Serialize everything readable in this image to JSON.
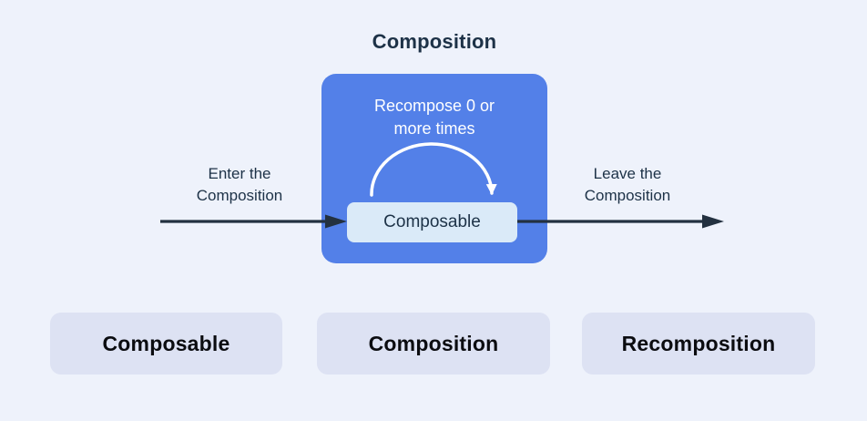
{
  "diagram": {
    "title": "Composition",
    "recompose_label": "Recompose 0 or\nmore times",
    "composable_node_label": "Composable",
    "enter_label": "Enter the\nComposition",
    "leave_label": "Leave the\nComposition"
  },
  "cards": [
    {
      "label": "Composable"
    },
    {
      "label": "Composition"
    },
    {
      "label": "Recomposition"
    }
  ],
  "colors": {
    "background": "#eef2fb",
    "composition_box": "#5380e8",
    "composable_node": "#daeaf8",
    "card_fill": "#dde2f3",
    "dark_text": "#1d3247",
    "arrow": "#233140",
    "loop_arrow": "#ffffff"
  }
}
